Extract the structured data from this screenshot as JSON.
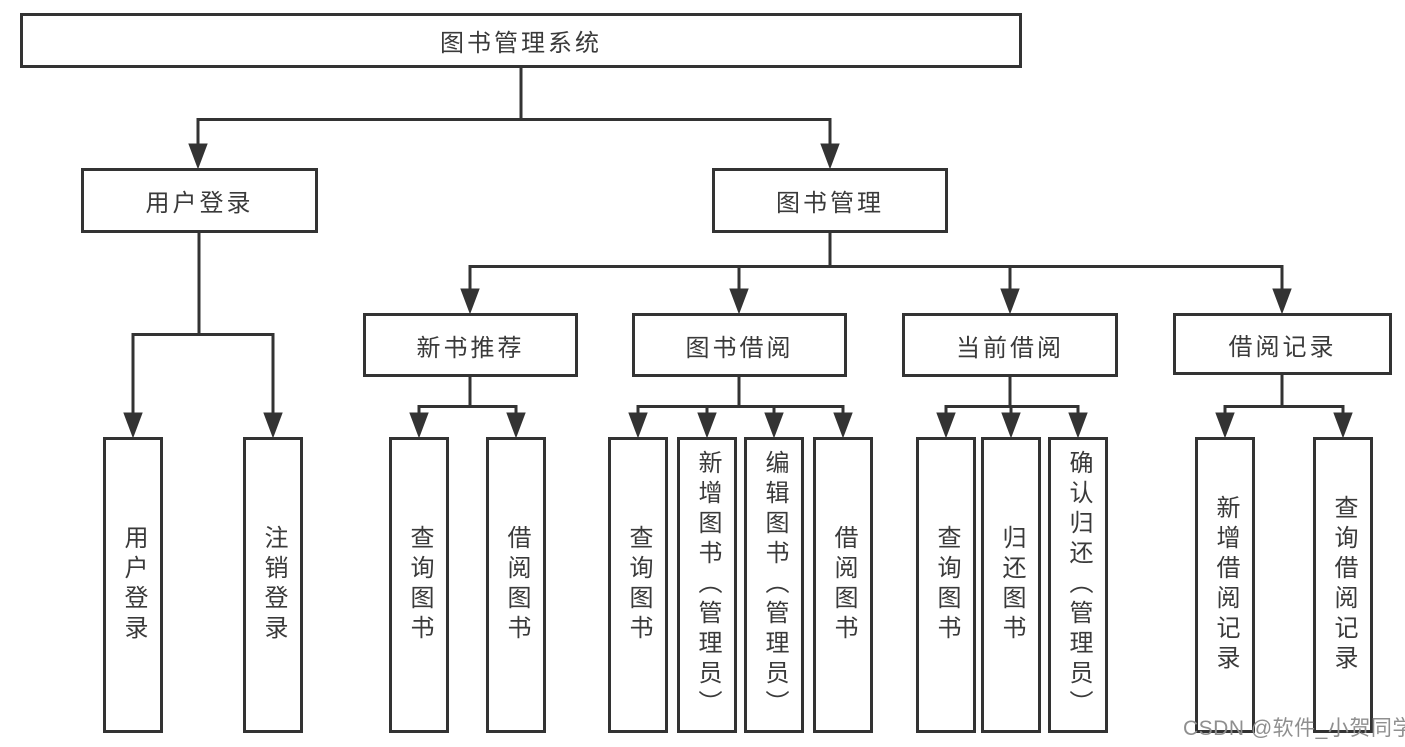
{
  "diagram": {
    "root": "图书管理系统",
    "level2": [
      "用户登录",
      "图书管理"
    ],
    "level3": [
      "新书推荐",
      "图书借阅",
      "当前借阅",
      "借阅记录"
    ],
    "leaves": [
      "用户登录",
      "注销登录",
      "查询图书",
      "借阅图书",
      "查询图书",
      "新增图书（管理员）",
      "编辑图书（管理员）",
      "借阅图书",
      "查询图书",
      "归还图书",
      "确认归还（管理员）",
      "新增借阅记录",
      "查询借阅记录"
    ]
  },
  "watermark": "CSDN @软件_小贺同学",
  "colors": {
    "line": "#333333",
    "text": "#3a3a3a",
    "watermark": "#8f8f8f",
    "background": "#ffffff"
  }
}
